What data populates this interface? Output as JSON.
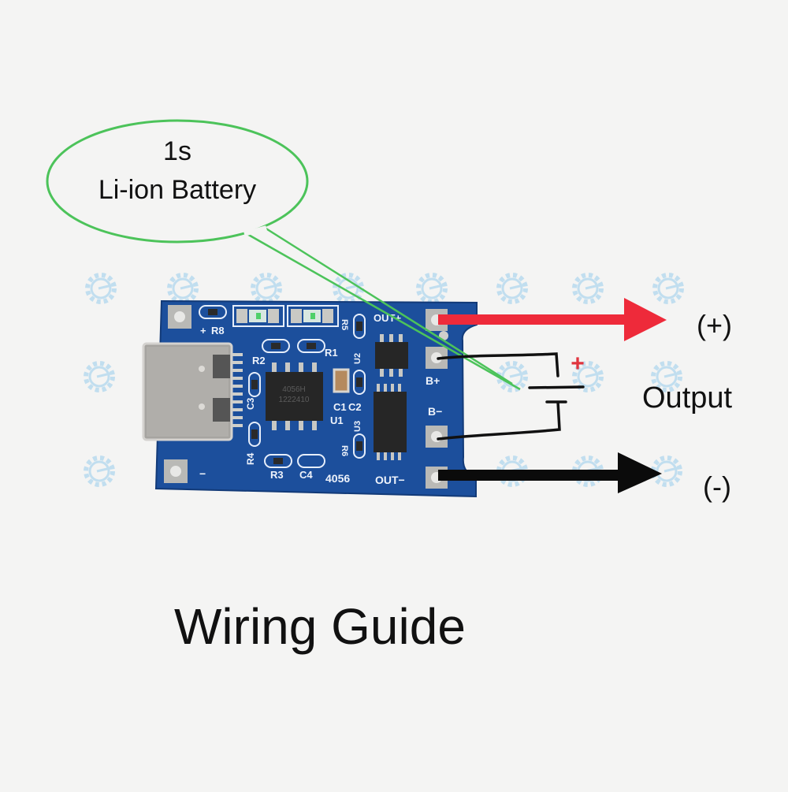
{
  "diagram": {
    "title": "Wiring Guide",
    "callout": {
      "line1": "1s",
      "line2": "Li-ion Battery",
      "outline_color": "#4cc35a"
    },
    "outputs": {
      "positive_label": "(+)",
      "negative_label": "(-)",
      "group_label": "Output",
      "positive_arrow_color": "#ee2a3a",
      "negative_arrow_color": "#0b0b0b"
    },
    "battery_symbol": {
      "polarity_mark": "+",
      "polarity_color": "#e0353f"
    },
    "watermark_icon": "gear-logo-icon",
    "board": {
      "color": "#1c4f9c",
      "chip_main": {
        "line1": "4056H",
        "line2": "1222410"
      },
      "silkscreen": {
        "board_name": "4056",
        "r8": "R8",
        "plus": "+",
        "minus": "−",
        "r1": "R1",
        "r2": "R2",
        "r3": "R3",
        "r4": "R4",
        "r5": "R5",
        "r6": "R6",
        "c1": "C1",
        "c2": "C2",
        "c3": "C3",
        "c4": "C4",
        "u1": "U1",
        "u2": "U2",
        "u3": "U3",
        "out_plus": "OUT+",
        "out_minus": "OUT−",
        "b_plus": "B+",
        "b_minus": "B−"
      }
    }
  }
}
